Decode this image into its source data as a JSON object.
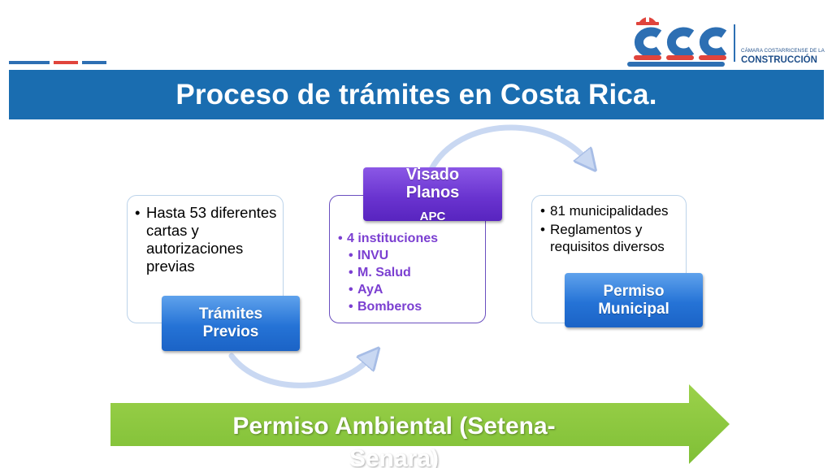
{
  "header": {
    "title": "Proceso de trámites en Costa Rica."
  },
  "logo": {
    "mark": "CCC",
    "line1": "CÁMARA COSTARRICENSE DE LA",
    "line2": "CONSTRUCCIÓN"
  },
  "steps": [
    {
      "label_line1": "Trámites",
      "label_line2": "Previos",
      "items": [
        "Hasta 53 diferentes cartas y autorizaciones previas"
      ]
    },
    {
      "label_line1": "Visado",
      "label_line2": "Planos",
      "label_sub": "APC",
      "items": [
        "4 instituciones",
        "INVU",
        "M. Salud",
        "AyA",
        "Bomberos"
      ]
    },
    {
      "label_line1": "Permiso",
      "label_line2": "Municipal",
      "items": [
        "81 municipalidades",
        "Reglamentos y requisitos diversos"
      ]
    }
  ],
  "footer_arrow": {
    "line1": "Permiso Ambiental (Setena-",
    "line2": "Senara)"
  },
  "colors": {
    "title_bar": "#1a6db0",
    "blue_label": "#2573d6",
    "purple_label": "#6a34d0",
    "purple_text": "#7b3fd1",
    "green_arrow": "#8cc63f",
    "stripe_blue": "#2d6fb3",
    "stripe_red": "#e0443c"
  }
}
